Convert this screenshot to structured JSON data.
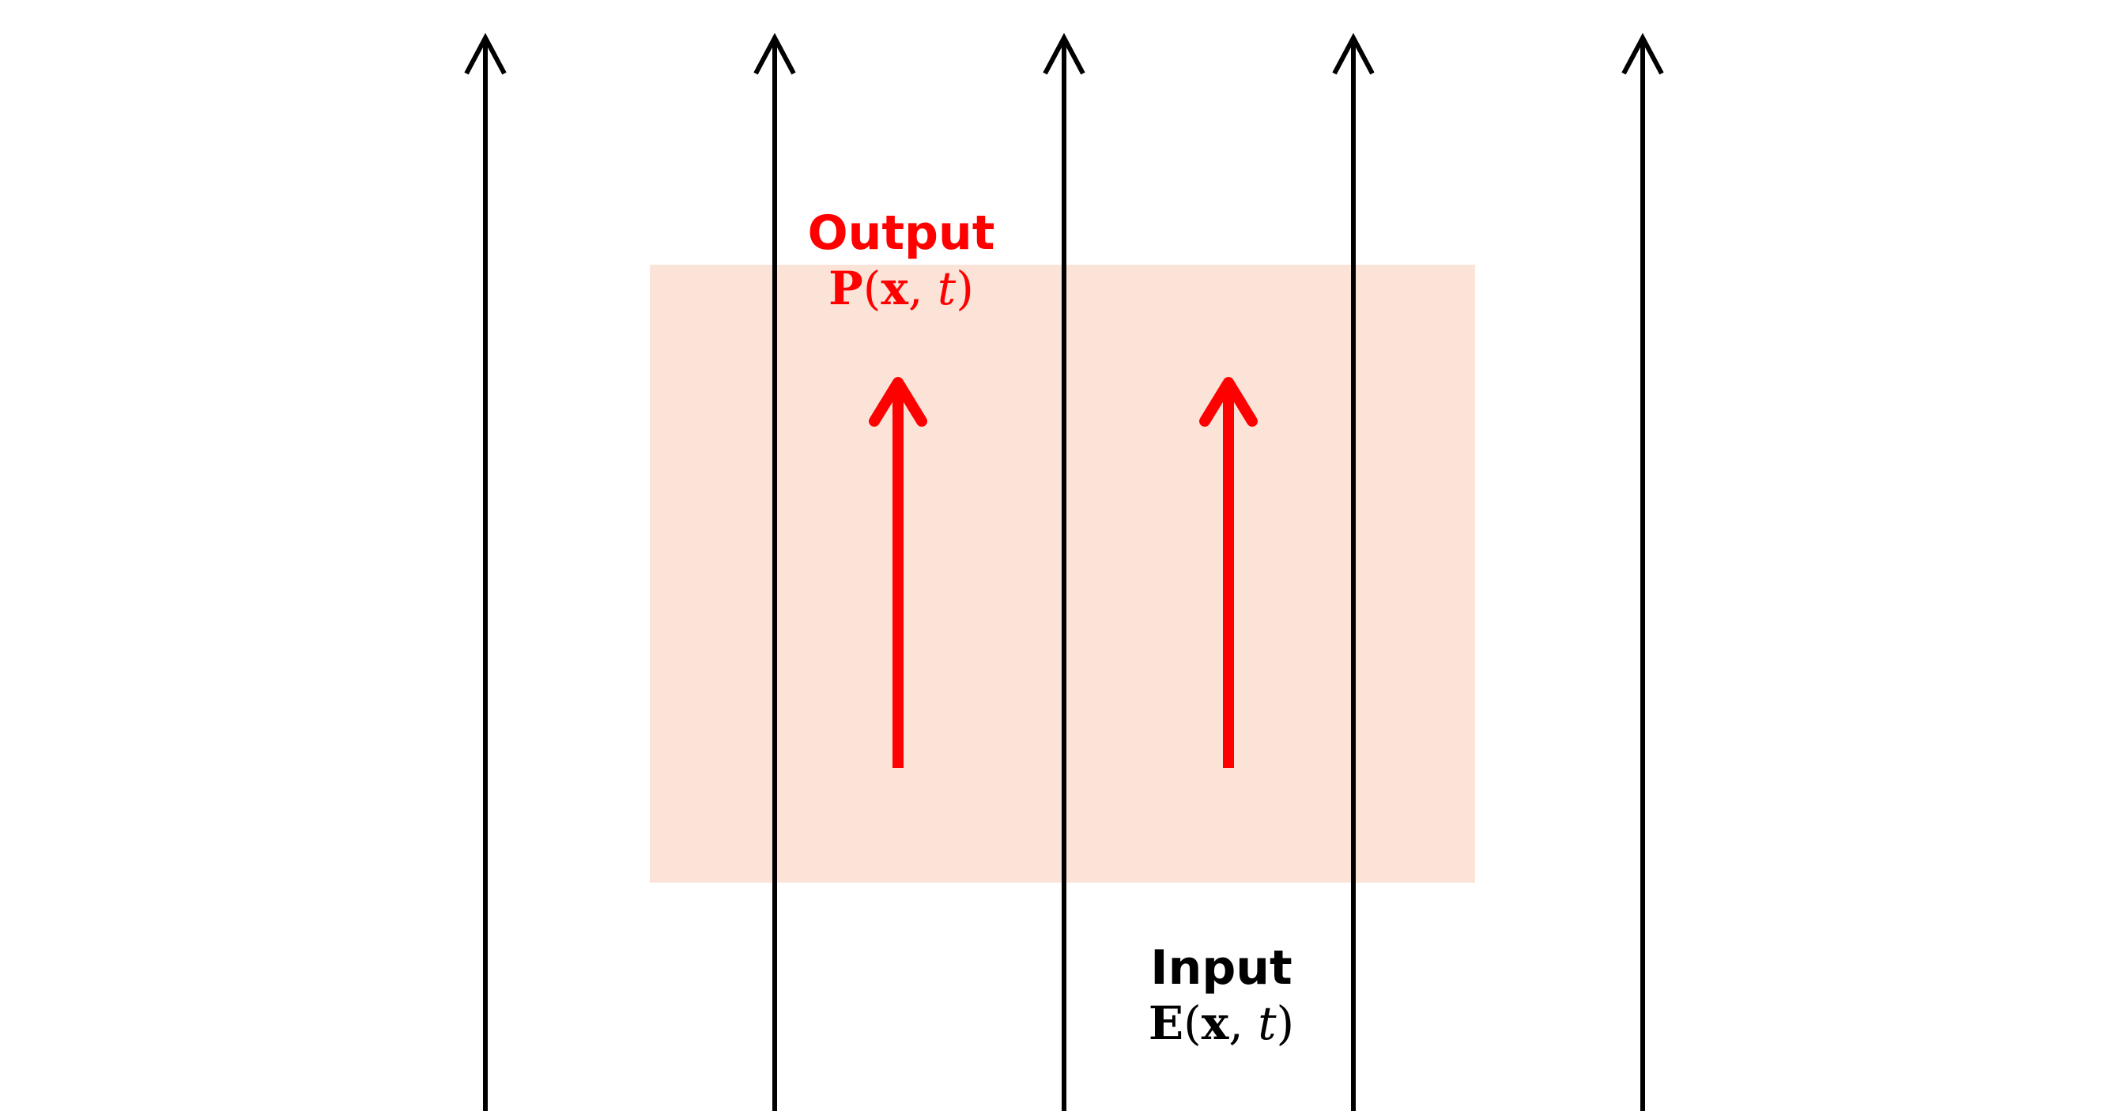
{
  "colors": {
    "medium_fill": "#fbe3d8",
    "field_arrow": "#000000",
    "response_arrow": "#ff0000",
    "output_text": "#ff0000",
    "input_text": "#000000"
  },
  "output": {
    "title": "Output",
    "formula": {
      "vector": "P",
      "open": "(",
      "x": "x",
      "sep": ", ",
      "t": "t",
      "close": ")"
    }
  },
  "input": {
    "title": "Input",
    "formula": {
      "vector": "E",
      "open": "(",
      "x": "x",
      "sep": ", ",
      "t": "t",
      "close": ")"
    }
  },
  "arrows": {
    "field_arrow_count": 5,
    "response_arrow_count": 2
  }
}
